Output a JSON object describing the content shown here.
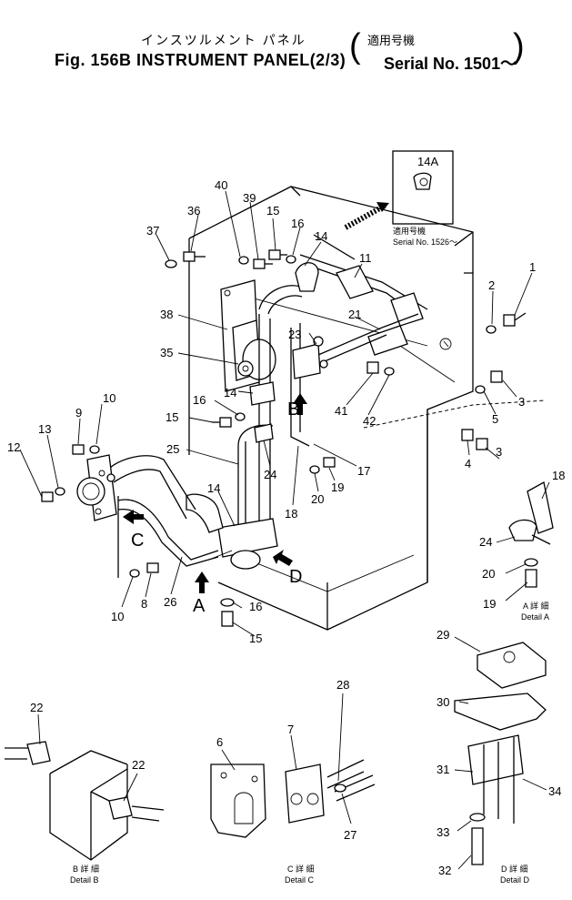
{
  "title": {
    "japanese": "インスツルメント パネル",
    "english": "Fig. 156B INSTRUMENT PANEL(2/3)",
    "serial_japanese": "適用号機",
    "serial": "Serial No. 1501～"
  },
  "inset": {
    "part": "14A",
    "caption_jp": "適用号機",
    "caption": "Serial No. 1526～"
  },
  "view_markers": [
    "A",
    "B",
    "C",
    "D"
  ],
  "details": {
    "a": {
      "jp": "A 詳 細",
      "en": "Detail A"
    },
    "b": {
      "jp": "B 詳 細",
      "en": "Detail B"
    },
    "c": {
      "jp": "C 詳 細",
      "en": "Detail C"
    },
    "d": {
      "jp": "D 詳 細",
      "en": "Detail D"
    }
  },
  "part_numbers": [
    "1",
    "2",
    "3",
    "3",
    "4",
    "5",
    "6",
    "7",
    "8",
    "9",
    "10",
    "10",
    "11",
    "12",
    "13",
    "14",
    "14",
    "14",
    "15",
    "15",
    "15",
    "16",
    "16",
    "16",
    "17",
    "18",
    "18",
    "19",
    "19",
    "20",
    "20",
    "21",
    "22",
    "22",
    "23",
    "24",
    "24",
    "25",
    "26",
    "27",
    "28",
    "29",
    "30",
    "31",
    "32",
    "33",
    "34",
    "35",
    "36",
    "37",
    "38",
    "39",
    "40",
    "41",
    "42"
  ]
}
